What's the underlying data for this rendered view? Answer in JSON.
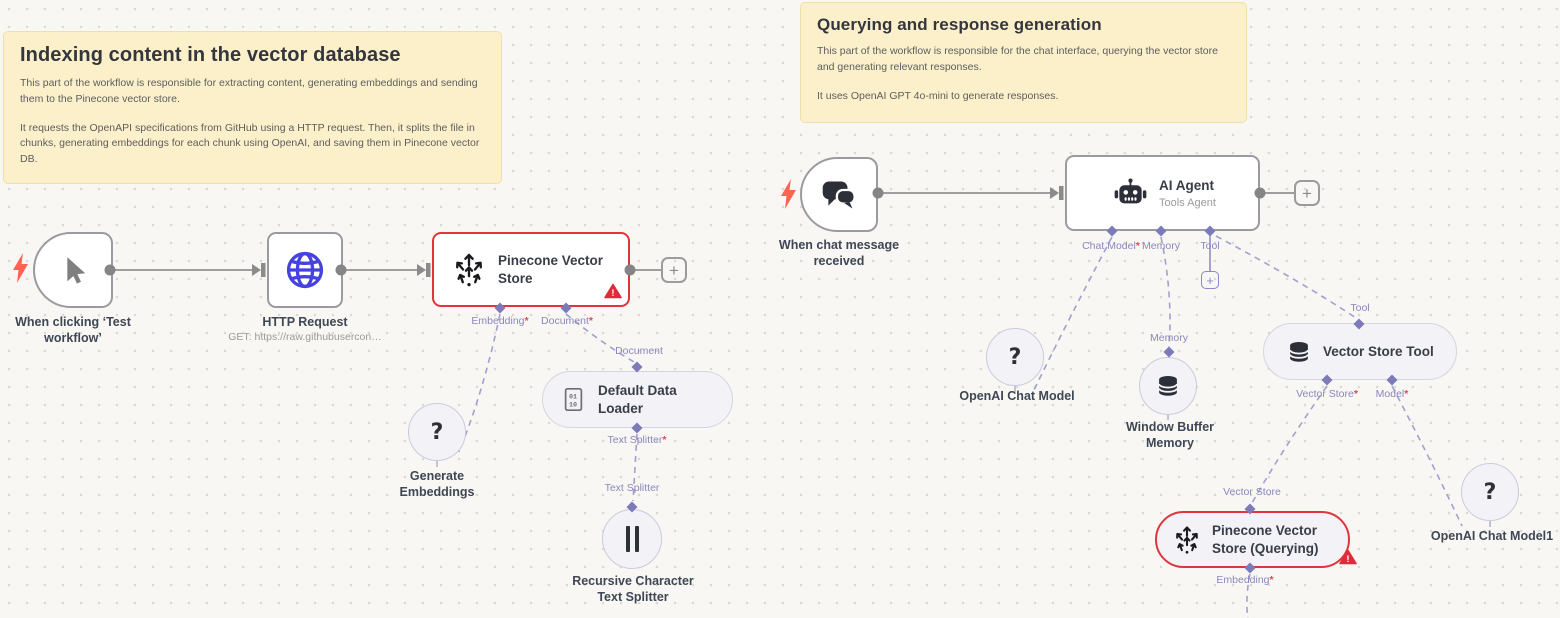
{
  "notes": {
    "indexing": {
      "title": "Indexing content in the vector database",
      "p1": "This part of the workflow is responsible for extracting content, generating embeddings and sending them to the Pinecone vector store.",
      "p2": "It requests the OpenAPI specifications from GitHub using a HTTP request. Then, it splits the file in chunks, generating embeddings for each chunk using OpenAI, and saving them in Pinecone vector DB."
    },
    "querying": {
      "title": "Querying and response generation",
      "p1": "This part of the workflow is responsible for the chat interface, querying the vector store and generating relevant responses.",
      "p2": "It uses OpenAI GPT 4o-mini to generate responses."
    }
  },
  "nodes": {
    "test_trigger": {
      "label": "When clicking ‘Test\nworkflow’"
    },
    "http_request": {
      "label": "HTTP Request",
      "subtitle": "GET: https://raw.githubusercon…"
    },
    "pinecone_indexing": {
      "title": "Pinecone Vector\nStore"
    },
    "generate_embeddings": {
      "label": "Generate\nEmbeddings"
    },
    "default_data_loader": {
      "title": "Default Data\nLoader"
    },
    "recursive_splitter": {
      "label": "Recursive Character\nText Splitter"
    },
    "chat_trigger": {
      "label": "When chat message\nreceived"
    },
    "ai_agent": {
      "title": "AI Agent",
      "subtitle": "Tools Agent"
    },
    "openai_chat_model": {
      "label": "OpenAI Chat Model"
    },
    "window_buffer_memory": {
      "label": "Window Buffer\nMemory"
    },
    "vector_store_tool": {
      "title": "Vector Store Tool"
    },
    "pinecone_querying": {
      "title": "Pinecone Vector\nStore (Querying)"
    },
    "openai_chat_model1": {
      "label": "OpenAI Chat Model1"
    }
  },
  "ports": {
    "embedding": "Embedding",
    "document": "Document",
    "text_splitter": "Text Splitter",
    "chat_model": "Chat Model",
    "memory": "Memory",
    "tool": "Tool",
    "vector_store": "Vector Store",
    "model": "Model"
  },
  "marks": {
    "required": "*",
    "plus": "+",
    "warning": "!",
    "question": "?",
    "binary_01": "01",
    "binary_10": "10"
  },
  "colors": {
    "canvas_bg": "#f8f7f4",
    "sticky_bg": "#fcf0cb",
    "sticky_border": "#eee0ac",
    "error_red": "#e0353d",
    "port_purple": "#7d7ab9",
    "dash_purple": "#a2a0cc",
    "bolt_red": "#ff6352",
    "http_blue": "#4642df",
    "wire_gray": "#9e9e9e"
  }
}
